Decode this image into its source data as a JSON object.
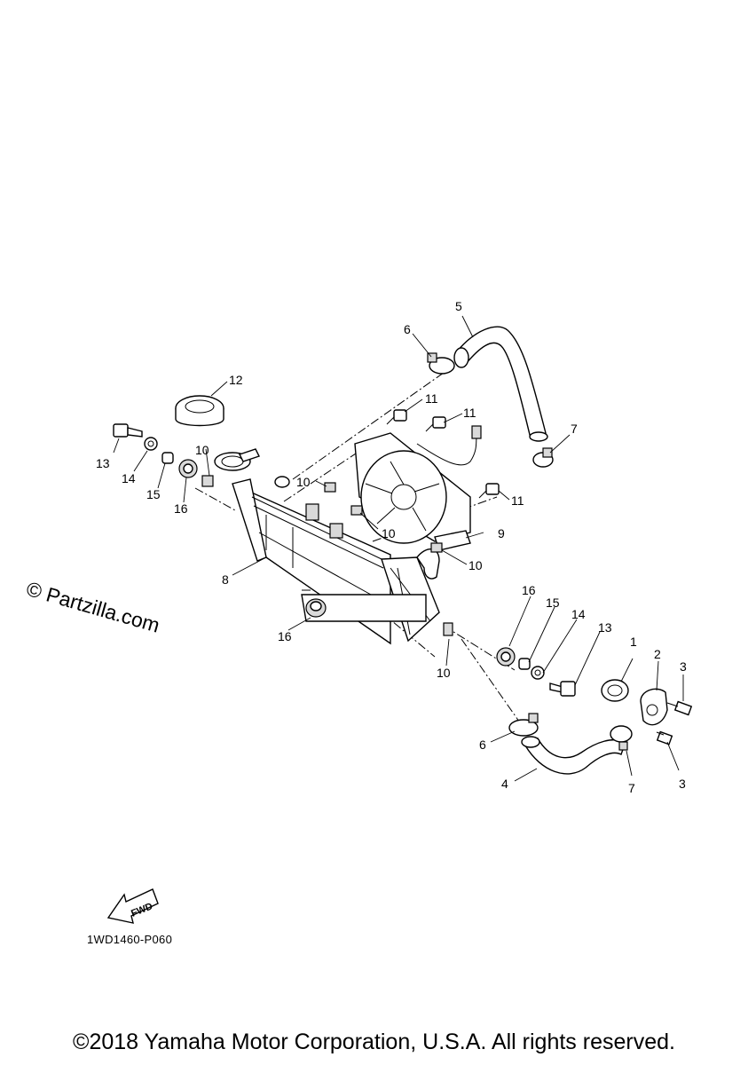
{
  "watermark": "© Partzilla.com",
  "drawing_code": "1WD1460-P060",
  "fwd_label": "FWD",
  "copyright": "©2018 Yamaha Motor Corporation, U.S.A. All rights reserved.",
  "callouts": {
    "c1": "1",
    "c2": "2",
    "c3a": "3",
    "c3b": "3",
    "c4": "4",
    "c5": "5",
    "c6a": "6",
    "c6b": "6",
    "c7a": "7",
    "c7b": "7",
    "c8": "8",
    "c9": "9",
    "c10a": "10",
    "c10b": "10",
    "c10c": "10",
    "c10d": "10",
    "c10e": "10",
    "c11a": "11",
    "c11b": "11",
    "c11c": "11",
    "c12": "12",
    "c13a": "13",
    "c13b": "13",
    "c14a": "14",
    "c14b": "14",
    "c15a": "15",
    "c15b": "15",
    "c16a": "16",
    "c16b": "16",
    "c16c": "16"
  }
}
